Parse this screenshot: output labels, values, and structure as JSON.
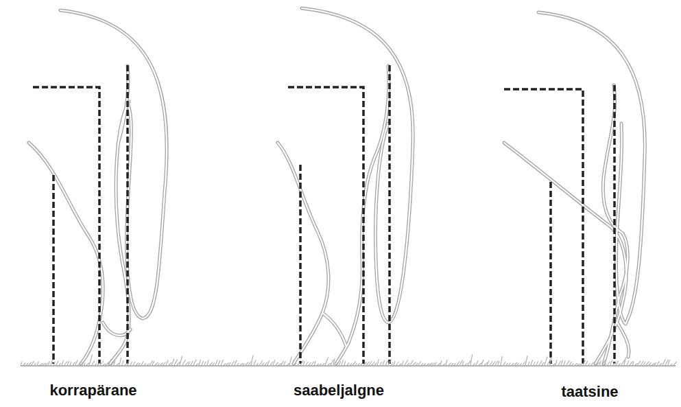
{
  "diagram": {
    "labels": [
      "korrapärane",
      "saabeljalgne",
      "taatsine"
    ]
  }
}
